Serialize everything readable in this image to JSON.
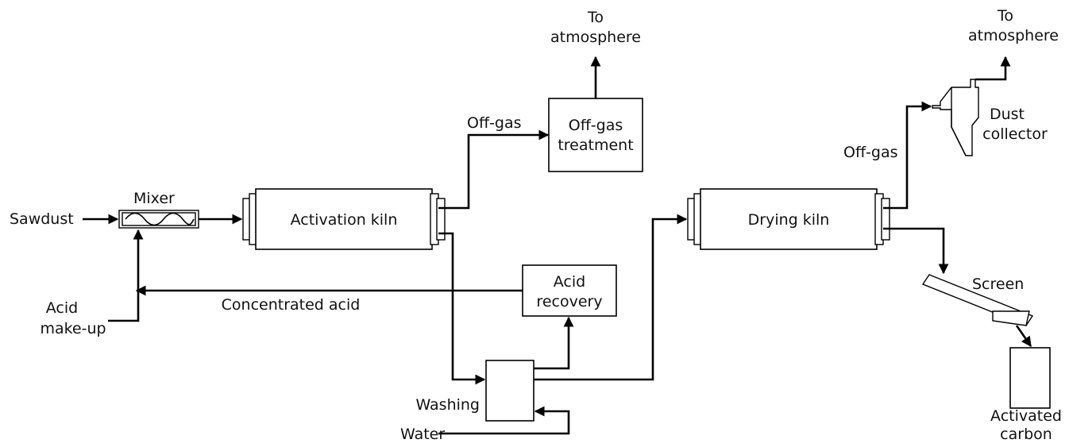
{
  "labels": {
    "sawdust": "Sawdust",
    "mixer": "Mixer",
    "acid_makeup_1": "Acid",
    "acid_makeup_2": "make-up",
    "activation_kiln": "Activation kiln",
    "offgas_1": "Off-gas",
    "offgas_treatment_1": "Off-gas",
    "offgas_treatment_2": "treatment",
    "to_atm_1_a": "To",
    "to_atm_1_b": "atmosphere",
    "acid_recovery_1": "Acid",
    "acid_recovery_2": "recovery",
    "concentrated_acid": "Concentrated acid",
    "washing": "Washing",
    "water": "Water",
    "drying_kiln": "Drying kiln",
    "offgas_2": "Off-gas",
    "dust_collector_1": "Dust",
    "dust_collector_2": "collector",
    "to_atm_2_a": "To",
    "to_atm_2_b": "atmosphere",
    "screen": "Screen",
    "activated_carbon_1": "Activated",
    "activated_carbon_2": "carbon"
  }
}
